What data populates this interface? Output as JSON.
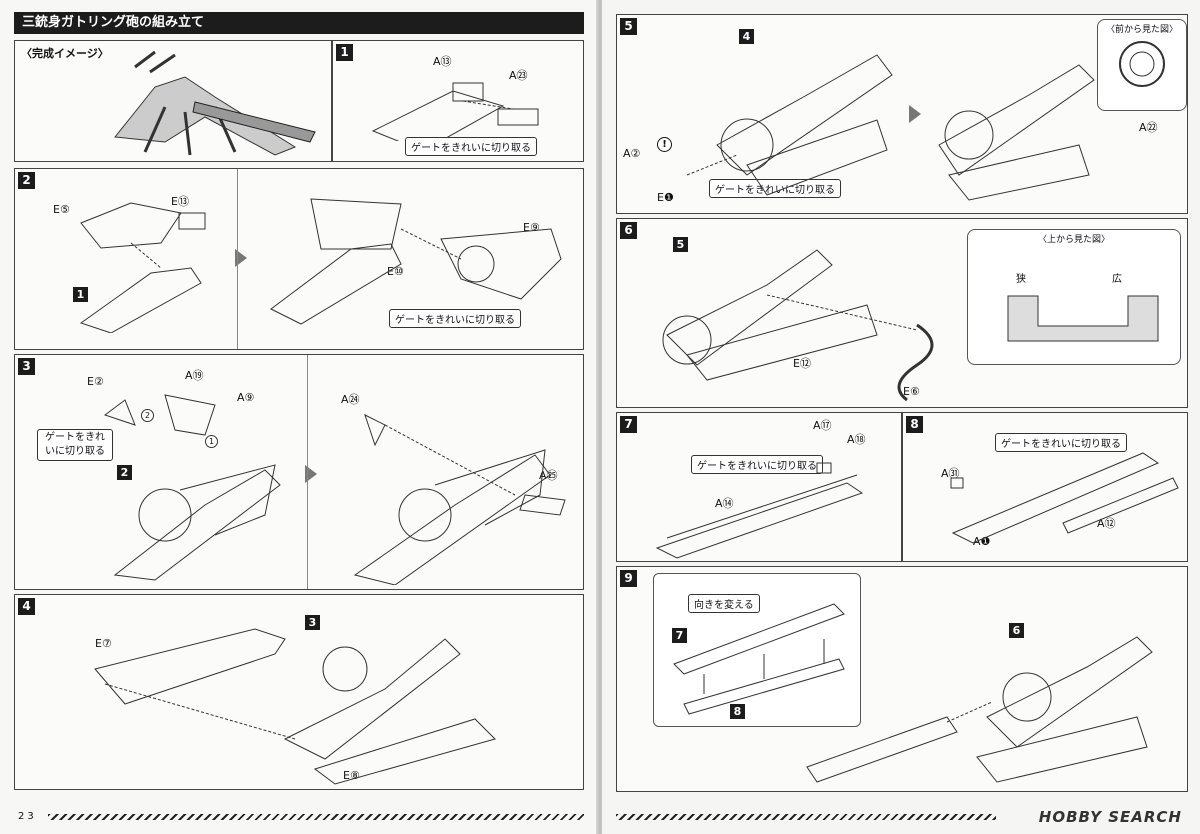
{
  "left_page": {
    "title": "三銃身ガトリング砲の組み立て",
    "page_number": "23",
    "image_label": "〈完成イメージ〉",
    "steps": [
      {
        "number": "1",
        "parts": [
          "A⑬",
          "A㉓"
        ],
        "callout": "ゲートをきれいに切り取る"
      },
      {
        "number": "2",
        "parts": [
          "E⑤",
          "E⑬",
          "E⑨",
          "E⑩"
        ],
        "sub_step": "1",
        "callout": "ゲートをきれいに切り取る"
      },
      {
        "number": "3",
        "parts": [
          "E②",
          "A⑲",
          "A⑨",
          "A㉔",
          "A㉕"
        ],
        "sub_step": "2",
        "callout": "ゲートをきれいに切り取る"
      },
      {
        "number": "4",
        "parts": [
          "E⑦",
          "E⑧"
        ],
        "sub_step": "3"
      }
    ],
    "sequence_marks": [
      "1",
      "2"
    ]
  },
  "right_page": {
    "brand": "HOBBY SEARCH",
    "steps": [
      {
        "number": "5",
        "parts": [
          "A②",
          "E❶",
          "A㉒"
        ],
        "sub_step": "4",
        "callout": "ゲートをきれいに切り取る",
        "inset_title": "〈前から見た図〉"
      },
      {
        "number": "6",
        "parts": [
          "E⑫",
          "E⑥"
        ],
        "sub_step": "5",
        "inset_title": "〈上から見た図〉",
        "inset_labels": [
          "狭",
          "広"
        ]
      },
      {
        "number": "7",
        "parts": [
          "A⑰",
          "A⑱",
          "A⑭"
        ],
        "callout": "ゲートをきれいに切り取る"
      },
      {
        "number": "8",
        "parts": [
          "A㉛",
          "A⑫",
          "A❶"
        ],
        "callout": "ゲートをきれいに切り取る"
      },
      {
        "number": "9",
        "sub_steps": [
          "7",
          "8",
          "6"
        ],
        "callout": "向きを変える"
      }
    ],
    "warning_mark": "!"
  },
  "colors": {
    "ink": "#111111",
    "paper": "#f7f7f5",
    "header": "#1c1c1c"
  }
}
